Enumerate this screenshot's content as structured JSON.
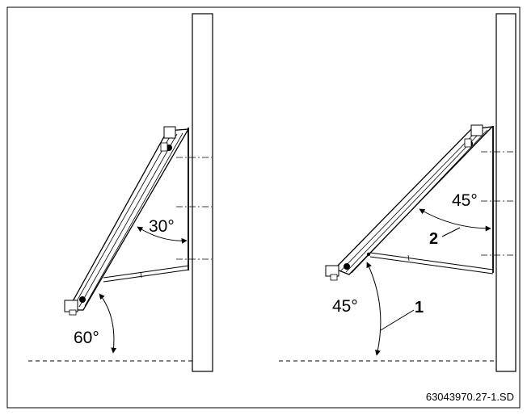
{
  "left_diagram": {
    "angle_top": "30°",
    "angle_bottom": "60°"
  },
  "right_diagram": {
    "angle_top": "45°",
    "angle_bottom": "45°",
    "callout_1": "1",
    "callout_2": "2"
  },
  "figure_code": "63043970.27-1.SD"
}
